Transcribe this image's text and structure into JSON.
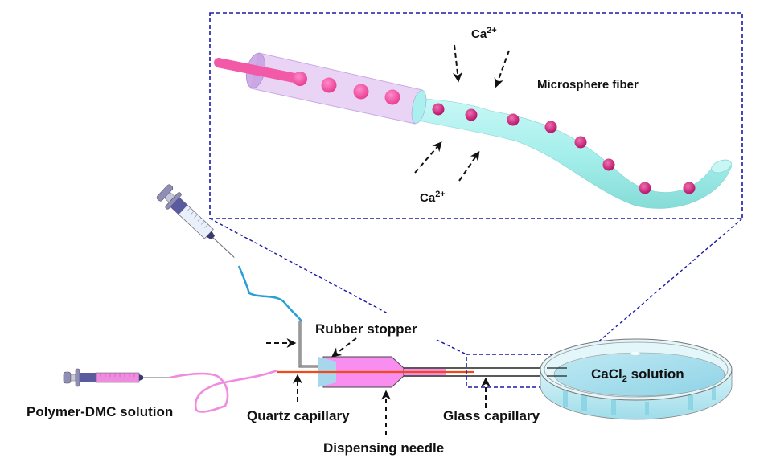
{
  "labels": {
    "microsphere_fiber": "Microsphere fiber",
    "ca_ion_top": "Ca",
    "ca_ion_bottom": "Ca",
    "ca_charge": "2+",
    "rubber_stopper": "Rubber stopper",
    "polymer_solution": "Polymer-DMC solution",
    "quartz_capillary": "Quartz capillary",
    "dispensing_needle": "Dispensing needle",
    "glass_capillary": "Glass capillary",
    "cacl2_prefix": "CaCl",
    "cacl2_sub": "2",
    "cacl2_suffix": " solution"
  },
  "colors": {
    "inset_border": "#1a1aa8",
    "fiber": "#a8f0ee",
    "microsphere": "#d6247f",
    "outer_tube": "#d9b8f0",
    "inner_rod": "#f25aa8",
    "needle_body": "#f98df0",
    "stopper": "#a8d6ec",
    "quartz": "#ee4a1a",
    "blue_tubing": "#2a9fd6",
    "pink_tubing": "#f08ce0",
    "dish": "#bfeaf2"
  },
  "microspheres": {
    "in_tube": 4,
    "in_fiber": 8
  }
}
